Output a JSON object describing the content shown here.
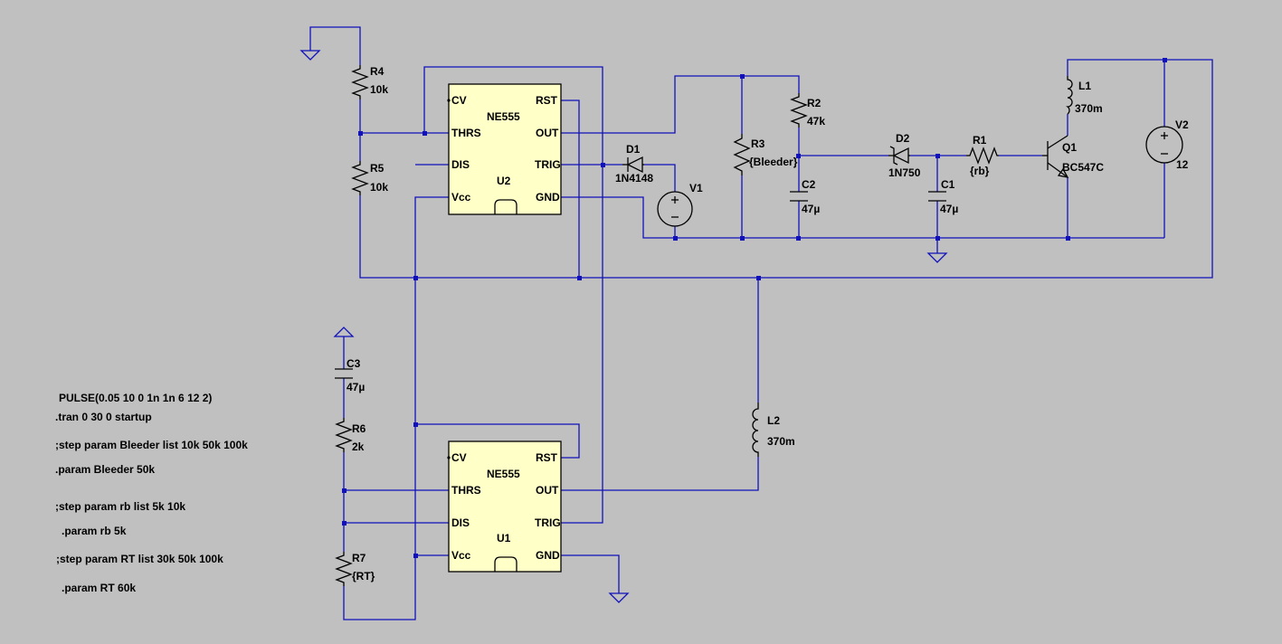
{
  "chips": {
    "u2": {
      "ref": "U2",
      "type": "NE555",
      "pins": {
        "cv": "CV",
        "thrs": "THRS",
        "dis": "DIS",
        "vcc": "Vcc",
        "rst": "RST",
        "out": "OUT",
        "trig": "TRIG",
        "gnd": "GND"
      }
    },
    "u1": {
      "ref": "U1",
      "type": "NE555",
      "pins": {
        "cv": "CV",
        "thrs": "THRS",
        "dis": "DIS",
        "vcc": "Vcc",
        "rst": "RST",
        "out": "OUT",
        "trig": "TRIG",
        "gnd": "GND"
      }
    }
  },
  "components": {
    "r4": {
      "ref": "R4",
      "value": "10k"
    },
    "r5": {
      "ref": "R5",
      "value": "10k"
    },
    "r2": {
      "ref": "R2",
      "value": "47k"
    },
    "r3": {
      "ref": "R3",
      "value": "{Bleeder}"
    },
    "r1": {
      "ref": "R1",
      "value": "{rb}"
    },
    "r6": {
      "ref": "R6",
      "value": "2k"
    },
    "r7": {
      "ref": "R7",
      "value": "{RT}"
    },
    "c1": {
      "ref": "C1",
      "value": "47µ"
    },
    "c2": {
      "ref": "C2",
      "value": "47µ"
    },
    "c3": {
      "ref": "C3",
      "value": "47µ"
    },
    "d1": {
      "ref": "D1",
      "value": "1N4148"
    },
    "d2": {
      "ref": "D2",
      "value": "1N750"
    },
    "l1": {
      "ref": "L1",
      "value": "370m"
    },
    "l2": {
      "ref": "L2",
      "value": "370m"
    },
    "q1": {
      "ref": "Q1",
      "value": "BC547C"
    },
    "v1": {
      "ref": "V1",
      "value": ""
    },
    "v2": {
      "ref": "V2",
      "value": "12"
    }
  },
  "directives": [
    "PULSE(0.05 10 0 1n 1n 6 12 2)",
    ".tran 0 30 0 startup",
    ";step param Bleeder list 10k 50k 100k",
    ".param Bleeder 50k",
    ";step param rb list 5k 10k",
    ".param rb 5k",
    ";step param RT list 30k 50k 100k",
    ".param RT 60k"
  ],
  "colors": {
    "background": "#c0c0c0",
    "wire": "#1111bb",
    "chip_fill": "#ffffc8",
    "symbol": "#000000"
  }
}
